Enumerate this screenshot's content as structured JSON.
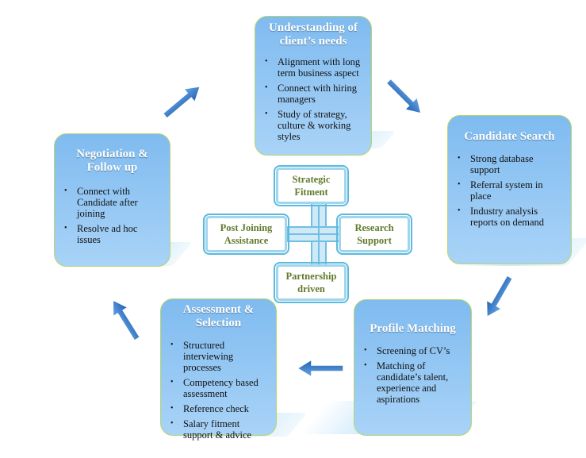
{
  "cards": {
    "understanding": {
      "title": "Understanding of client’s needs",
      "items": [
        "Alignment with long term business aspect",
        "Connect with hiring managers",
        "Study of strategy, culture & working styles"
      ]
    },
    "candidate_search": {
      "title": "Candidate Search",
      "items": [
        "Strong database support",
        "Referral system in place",
        "Industry analysis reports on demand"
      ]
    },
    "profile_matching": {
      "title": "Profile Matching",
      "items": [
        "Screening of CV’s",
        "Matching  of candidate’s talent, experience and aspirations"
      ]
    },
    "assessment": {
      "title": "Assessment & Selection",
      "items": [
        "Structured interviewing processes",
        "Competency based assessment",
        "Reference check",
        "Salary fitment support & advice"
      ]
    },
    "negotiation": {
      "title": "Negotiation & Follow up",
      "items": [
        "Connect with Candidate after joining",
        "Resolve ad hoc issues"
      ]
    }
  },
  "center": {
    "top": "Strategic Fitment",
    "left": "Post Joining Assistance",
    "right": "Research Support",
    "bottom": "Partnership driven"
  },
  "colors": {
    "card_fill": "#8cc4f3",
    "card_border": "#b6d66a",
    "title_text": "#ffffff",
    "center_text": "#5f7a2a",
    "center_border": "#5ab9df",
    "arrow": "#2f79c6"
  }
}
